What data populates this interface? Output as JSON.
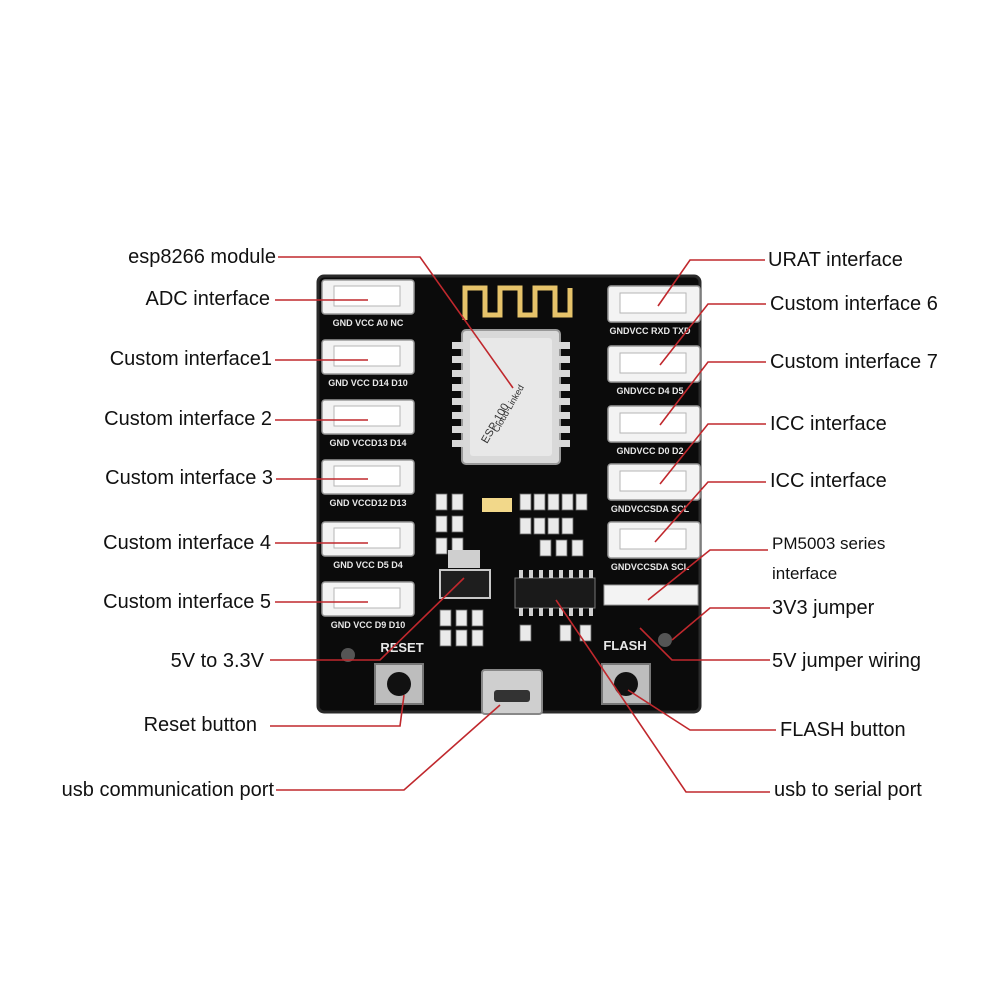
{
  "colors": {
    "leader_line": "#c0282d",
    "pcb": "#0b0b0b",
    "connector": "#f3f3f3",
    "silkscreen": "#e8e8e8"
  },
  "labels": {
    "esp8266_module": "esp8266 module",
    "adc_interface": "ADC  interface",
    "custom_interface1": "Custom interface1",
    "custom_interface2": "Custom interface 2",
    "custom_interface3": "Custom interface 3",
    "custom_interface4": "Custom interface 4",
    "custom_interface5": "Custom interface 5",
    "v5_to_3v3": "5V to 3.3V",
    "reset_button": "Reset button",
    "usb_comm_port": "usb communication port",
    "urat_interface": "URAT interface",
    "custom_interface6": "Custom interface 6",
    "custom_interface7": "Custom interface 7",
    "icc_interface_1": "ICC interface",
    "icc_interface_2": "ICC interface",
    "pm5003_line1": "PM5003 series",
    "pm5003_line2": "interface",
    "jumper_3v3": "3V3 jumper",
    "jumper_5v": "5V jumper wiring",
    "flash_button": "FLASH button",
    "usb_serial_port": "usb to serial port"
  },
  "board": {
    "reset_text": "RESET",
    "flash_text": "FLASH",
    "module_brand": "Cloud-Linked",
    "module_model": "ESP-100",
    "left_pins": [
      "GND VCC A0  NC",
      "GND VCC D14 D10",
      "GND VCCD13 D14",
      "GND VCCD12 D13",
      "GND VCC D5  D4",
      "GND VCC D9 D10"
    ],
    "right_pins": [
      "GNDVCC RXD TXD",
      "GNDVCC D4  D5",
      "GNDVCC  D0  D2",
      "GNDVCCSDA SCL",
      "GNDVCCSDA SCL"
    ]
  }
}
